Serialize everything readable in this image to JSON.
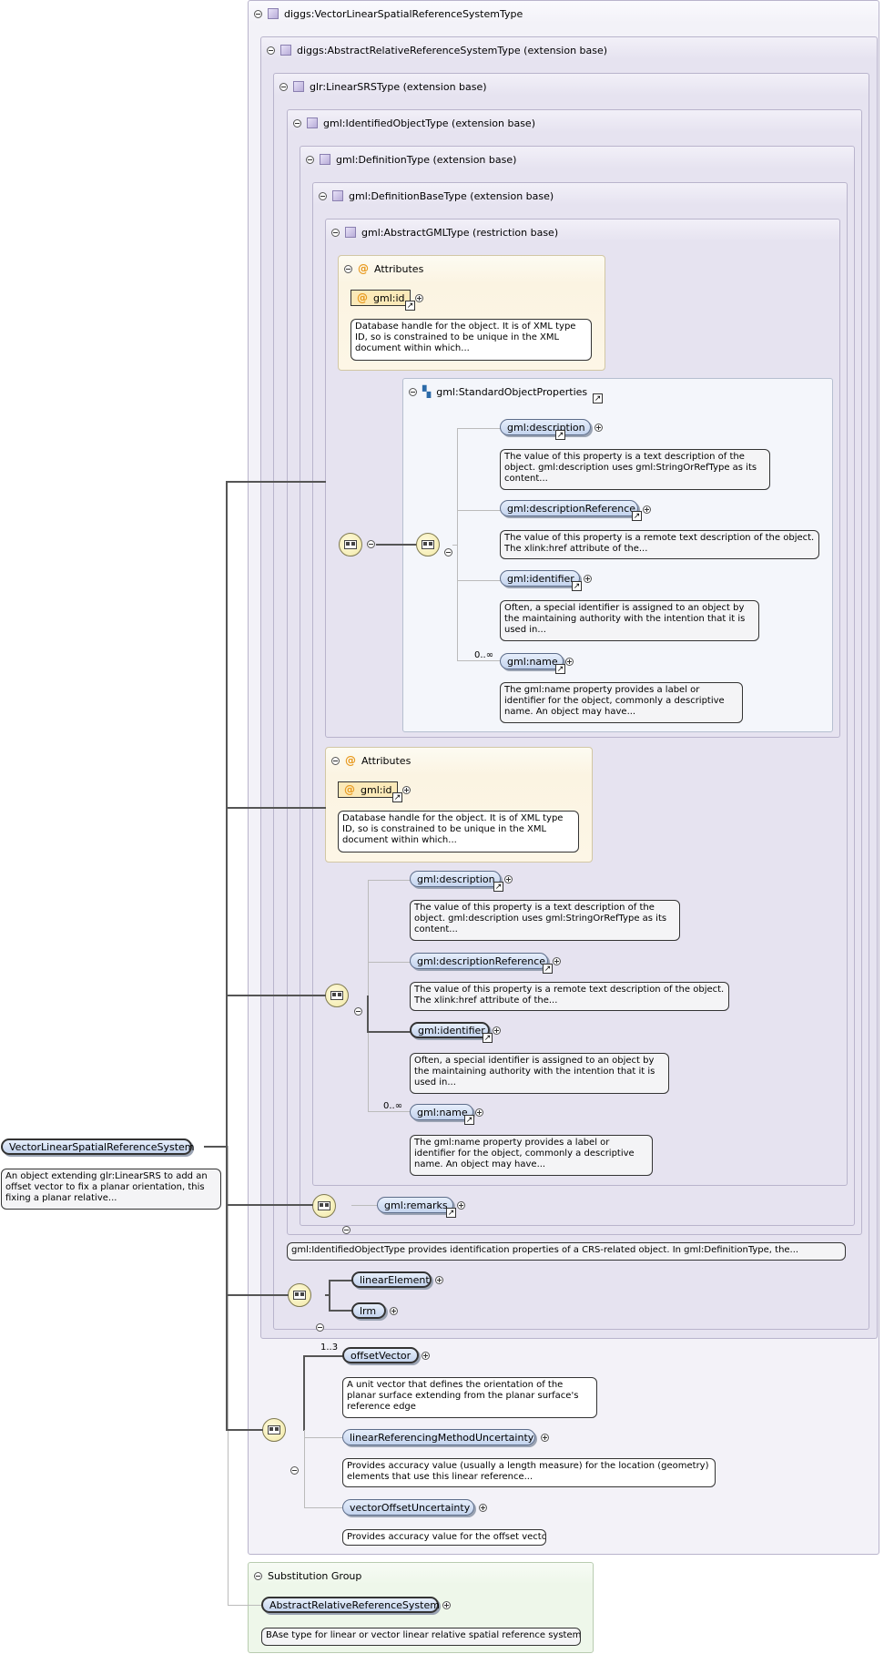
{
  "root": {
    "name": "VectorLinearSpatialReferenceSystem",
    "desc": "An object extending glr:LinearSRS to add an offset vector to fix a planar orientation, this fixing a planar relative..."
  },
  "types": [
    {
      "title": "diggs:VectorLinearSpatialReferenceSystemType"
    },
    {
      "title": "diggs:AbstractRelativeReferenceSystemType (extension base)"
    },
    {
      "title": "glr:LinearSRSType (extension base)"
    },
    {
      "title": "gml:IdentifiedObjectType (extension base)"
    },
    {
      "title": "gml:DefinitionType (extension base)"
    },
    {
      "title": "gml:DefinitionBaseType (extension base)"
    },
    {
      "title": "gml:AbstractGMLType (restriction base)"
    }
  ],
  "attributes1": {
    "title": "Attributes",
    "attr": "gml:id",
    "desc": "Database handle for the object. It is of XML type ID, so is constrained to be unique in the XML document within which..."
  },
  "group": {
    "title": "gml:StandardObjectProperties",
    "items": [
      {
        "name": "gml:description",
        "desc": "The value of this property is a text description of the object. gml:description uses gml:StringOrRefType as its content..."
      },
      {
        "name": "gml:descriptionReference",
        "desc": "The value of this property is a remote text description of the object. The xlink:href attribute of the..."
      },
      {
        "name": "gml:identifier",
        "desc": "Often, a special identifier is assigned to an object by the maintaining authority with the intention that it is used in..."
      },
      {
        "name": "gml:name",
        "desc": "The gml:name property provides a label or identifier for the object, commonly a descriptive name. An object may have...",
        "card": "0..∞"
      }
    ]
  },
  "attributes2": {
    "title": "Attributes",
    "attr": "gml:id",
    "desc": "Database handle for the object. It is of XML type ID, so is constrained to be unique in the XML document within which..."
  },
  "seq2": {
    "items": [
      {
        "name": "gml:description",
        "desc": "The value of this property is a text description of the object. gml:description uses gml:StringOrRefType as its content..."
      },
      {
        "name": "gml:descriptionReference",
        "desc": "The value of this property is a remote text description of the object. The xlink:href attribute of the..."
      },
      {
        "name": "gml:identifier",
        "desc": "Often, a special identifier is assigned to an object by the maintaining authority with the intention that it is used in..."
      },
      {
        "name": "gml:name",
        "desc": "The gml:name property provides a label or identifier for the object, commonly a descriptive name. An object may have...",
        "card": "0..∞"
      }
    ]
  },
  "remarks": {
    "name": "gml:remarks"
  },
  "identified_desc": "gml:IdentifiedObjectType provides identification properties of a CRS-related object. In gml:DefinitionType, the...",
  "linear": {
    "items": [
      {
        "name": "linearElement"
      },
      {
        "name": "lrm"
      }
    ]
  },
  "final_seq": {
    "items": [
      {
        "name": "offsetVector",
        "card": "1..3",
        "desc": "A unit vector that defines the orientation of the planar surface extending from the planar surface's reference edge"
      },
      {
        "name": "linearReferencingMethodUncertainty",
        "desc": "Provides accuracy value (usually a length measure) for the location (geometry) elements that use this linear reference..."
      },
      {
        "name": "vectorOffsetUncertainty",
        "desc": "Provides accuracy value for the offset vector"
      }
    ]
  },
  "substitution": {
    "title": "Substitution Group",
    "name": "AbstractRelativeReferenceSystem",
    "desc": "BAse type for linear or vector linear relative spatial reference systems."
  }
}
